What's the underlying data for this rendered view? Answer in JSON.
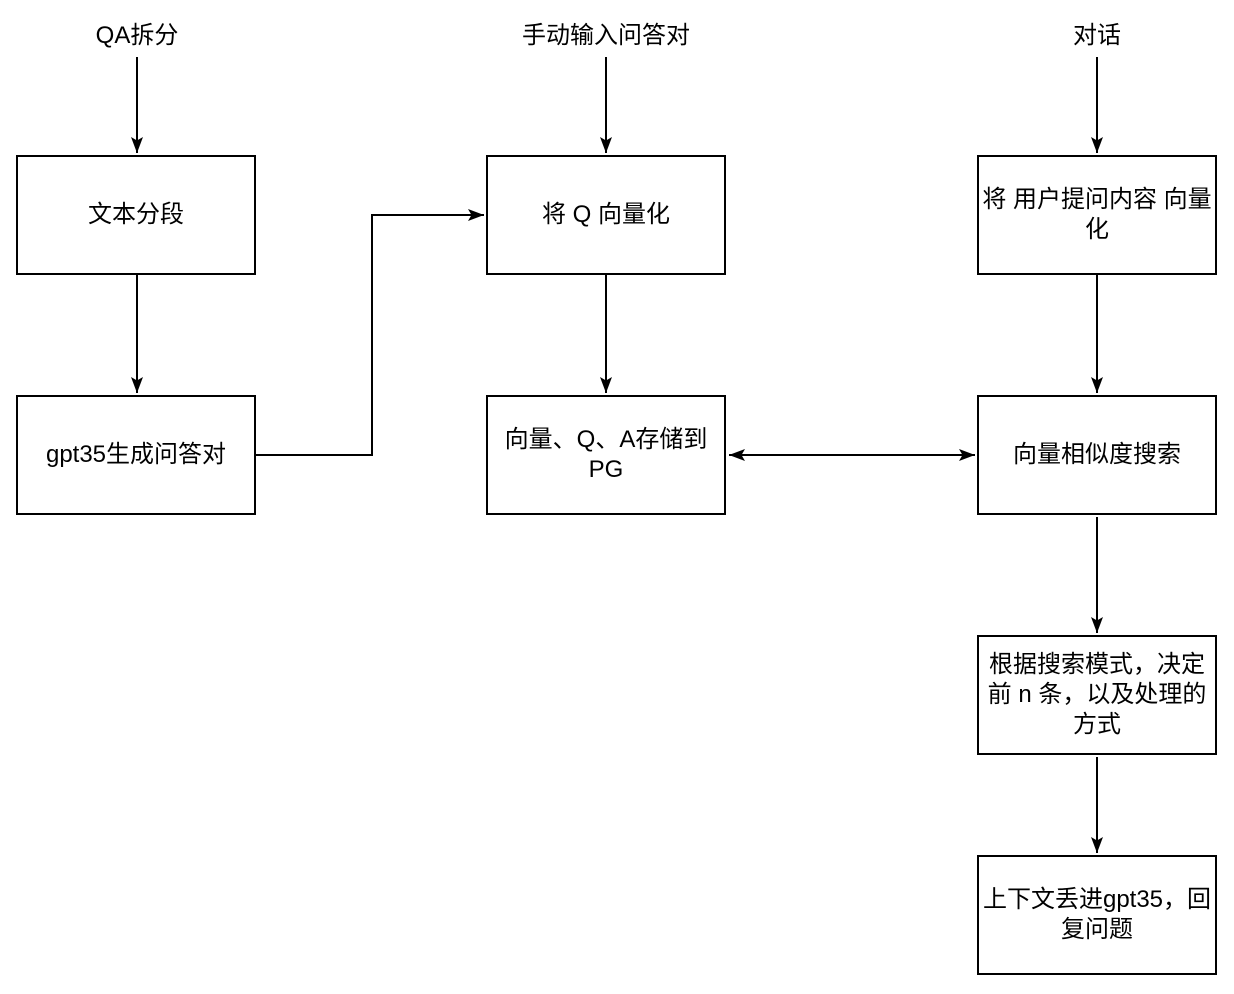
{
  "diagram": {
    "background": "#ffffff",
    "stroke_color": "#000000",
    "text_color": "#000000",
    "node_fill": "#ffffff"
  },
  "labels": {
    "qa_split": "QA拆分",
    "manual_input": "手动输入问答对",
    "dialog": "对话"
  },
  "nodes": {
    "text_segment": "文本分段",
    "gpt35_qa": "gpt35生成问答对",
    "vectorize_q": "将 Q 向量化",
    "store_pg": "向量、Q、A存储到PG",
    "vectorize_question": "将 用户提问内容 向量化",
    "similarity_search": "向量相似度搜索",
    "search_mode": "根据搜索模式，决定前 n 条，以及处理的方式",
    "gpt35_reply": "上下文丢进gpt35，回复问题"
  },
  "edges": [
    {
      "from": "label-qa-split",
      "to": "text-segment",
      "direction": "down"
    },
    {
      "from": "text-segment",
      "to": "gpt35-qa",
      "direction": "down"
    },
    {
      "from": "gpt35-qa",
      "to": "vectorize-q",
      "direction": "elbow-right-up"
    },
    {
      "from": "label-manual-input",
      "to": "vectorize-q",
      "direction": "down"
    },
    {
      "from": "vectorize-q",
      "to": "store-pg",
      "direction": "down"
    },
    {
      "from": "store-pg",
      "to": "similarity-search",
      "direction": "bidirectional"
    },
    {
      "from": "label-dialog",
      "to": "vectorize-question",
      "direction": "down"
    },
    {
      "from": "vectorize-question",
      "to": "similarity-search",
      "direction": "down"
    },
    {
      "from": "similarity-search",
      "to": "search-mode",
      "direction": "down"
    },
    {
      "from": "search-mode",
      "to": "gpt35-reply",
      "direction": "down"
    }
  ]
}
